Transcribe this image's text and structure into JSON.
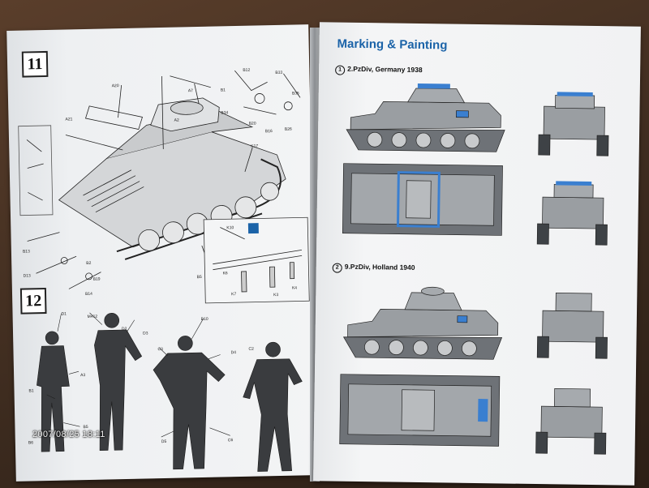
{
  "left_page": {
    "steps": [
      "11",
      "12"
    ],
    "callouts_step11": [
      "A20",
      "A21",
      "A7",
      "A2",
      "B12",
      "B33",
      "B1",
      "B35",
      "B34",
      "B20",
      "B16",
      "B26",
      "K17",
      "K10",
      "B5",
      "B2",
      "B13",
      "B19",
      "B14",
      "K6",
      "K7",
      "K3",
      "K4",
      "D13"
    ],
    "callouts_step12": [
      "D1",
      "M412",
      "D2",
      "D3",
      "B10",
      "C3",
      "C2",
      "D4",
      "A3",
      "B1",
      "B5",
      "D5",
      "C6",
      "B6"
    ]
  },
  "right_page": {
    "title": "Marking & Painting",
    "sections": [
      {
        "number": "1",
        "label": "2.PzDiv, Germany 1938"
      },
      {
        "number": "2",
        "label": "9.PzDiv, Holland 1940"
      }
    ]
  },
  "timestamp": "2007/08/25 18:11",
  "colors": {
    "accent_blue": "#1b63a8",
    "paint_grey": "#8a8f94",
    "paint_dark": "#3e4246",
    "marking_blue": "#3a7fd0"
  }
}
